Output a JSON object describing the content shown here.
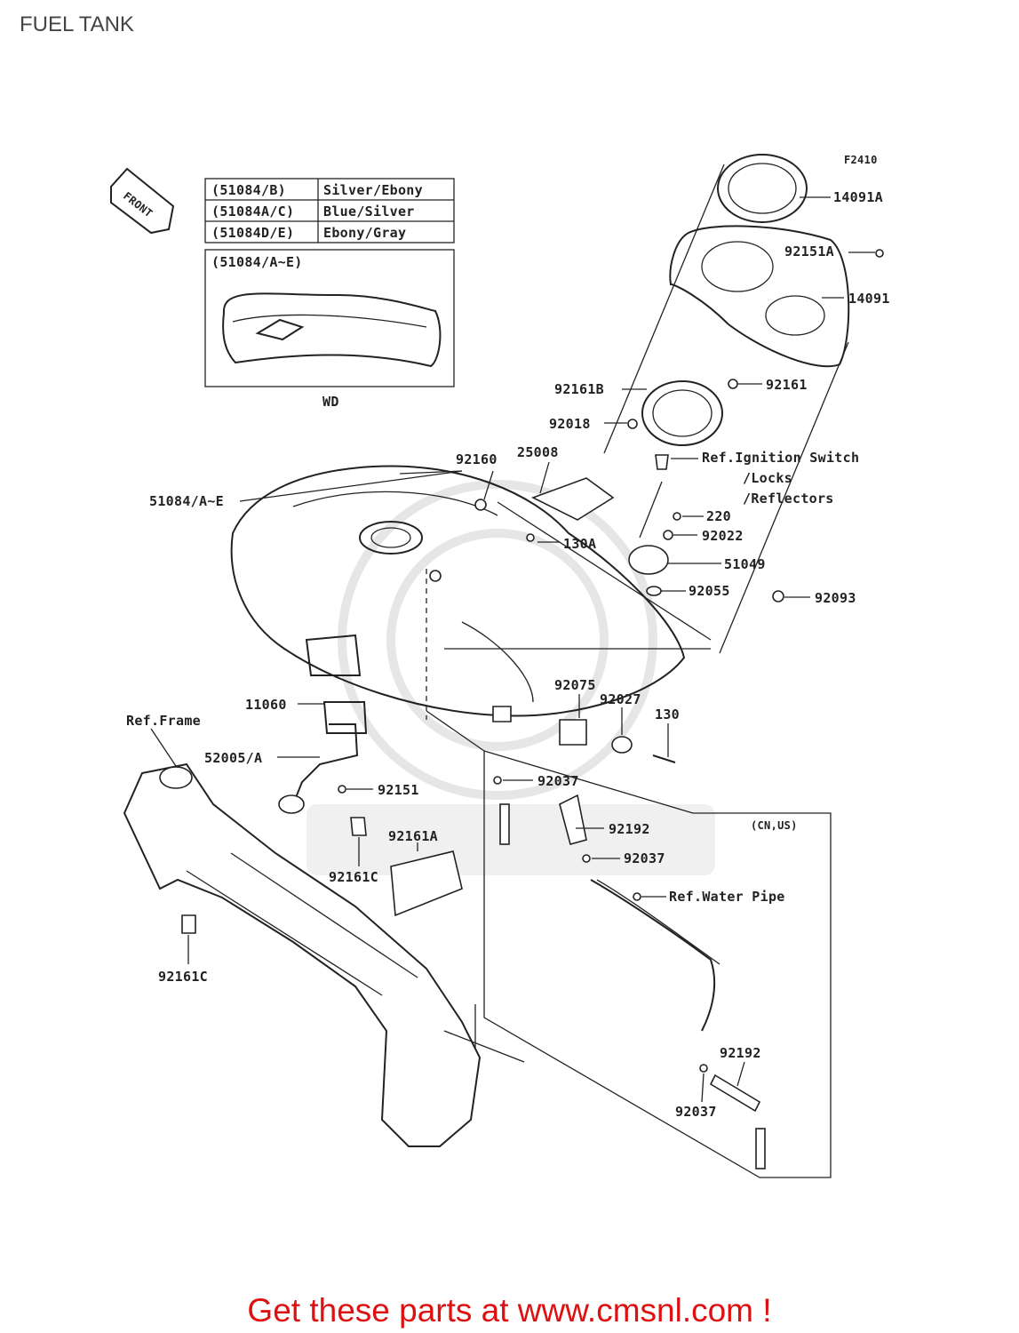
{
  "title": "FUEL TANK",
  "figure_code": "F2410",
  "front_label": "FRONT",
  "color_table": [
    {
      "code": "(51084/B)",
      "color": "Silver/Ebony"
    },
    {
      "code": "(51084A/C)",
      "color": "Blue/Silver"
    },
    {
      "code": "(51084D/E)",
      "color": "Ebony/Gray"
    }
  ],
  "decal_box": {
    "code": "(51084/A~E)",
    "caption": "WD"
  },
  "region_label": "(CN,US)",
  "parts": {
    "p14091A": "14091A",
    "p92151A": "92151A",
    "p14091": "14091",
    "p92161B": "92161B",
    "p92161": "92161",
    "p92018": "92018",
    "ref_ignition": "Ref.Ignition Switch",
    "ref_locks": "/Locks",
    "ref_reflectors": "/Reflectors",
    "p92160": "92160",
    "p25008": "25008",
    "p51084": "51084/A~E",
    "p130A": "130A",
    "p220": "220",
    "p92022": "92022",
    "p51049": "51049",
    "p92055": "92055",
    "p92093": "92093",
    "p92075": "92075",
    "p92027": "92027",
    "p130": "130",
    "p11060": "11060",
    "ref_frame": "Ref.Frame",
    "p52005": "52005/A",
    "p92151": "92151",
    "p92037_a": "92037",
    "p92192_a": "92192",
    "p92161A": "92161A",
    "p92037_b": "92037",
    "p92161C_a": "92161C",
    "ref_water_pipe": "Ref.Water Pipe",
    "p92161C_b": "92161C",
    "p92192_b": "92192",
    "p92037_c": "92037"
  },
  "cta_text": "Get these parts at www.cmsnl.com !"
}
